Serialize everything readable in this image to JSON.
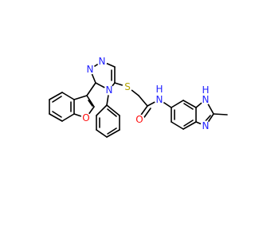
{
  "colors": {
    "bond": "#000000",
    "C": "#000000",
    "N": "#1f1fff",
    "O": "#ff0d0d",
    "S": "#b3a300",
    "H": "#1f1fff"
  },
  "atoms": {
    "o_furan": {
      "element": "O",
      "label": "O"
    },
    "n_triazole_1": {
      "element": "N",
      "label": "N"
    },
    "n_triazole_2": {
      "element": "N",
      "label": "N"
    },
    "n_triazole_4": {
      "element": "N",
      "label": "N"
    },
    "s_thioether": {
      "element": "S",
      "label": "S"
    },
    "o_carbonyl": {
      "element": "O",
      "label": "O"
    },
    "n_amide": {
      "element": "N",
      "label": "N"
    },
    "h_amide": {
      "element": "H",
      "label": "H"
    },
    "n_benzimidazole_1": {
      "element": "N",
      "label": "N"
    },
    "h_benzimidazole": {
      "element": "H",
      "label": "H"
    },
    "n_benzimidazole_3": {
      "element": "N",
      "label": "N"
    }
  }
}
